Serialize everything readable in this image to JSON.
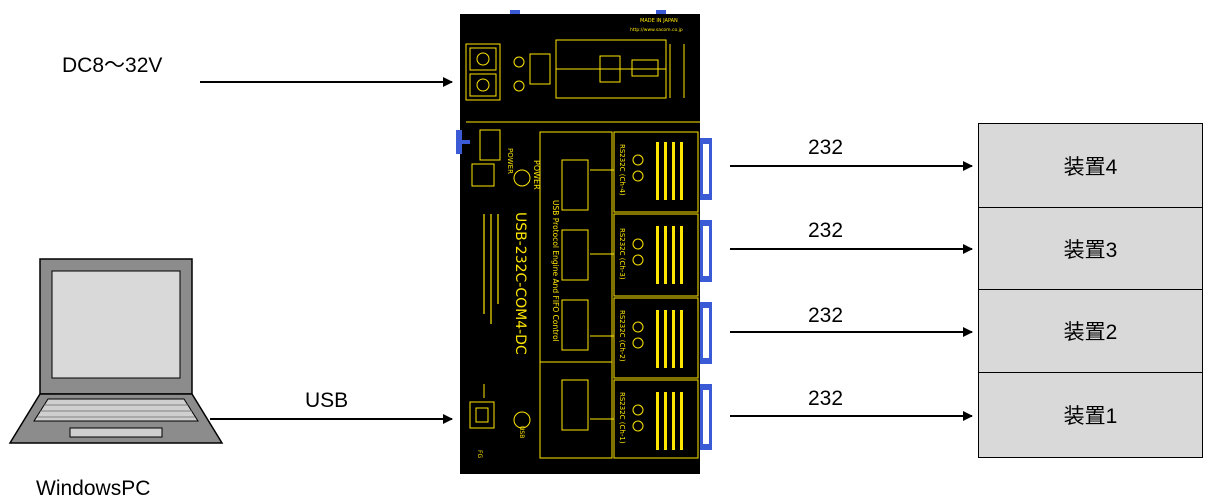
{
  "power_label": "DC8～32V",
  "usb_label": "USB",
  "pc_label": "WindowsPC",
  "port_label": "232",
  "devices": [
    "装置4",
    "装置3",
    "装置2",
    "装置1"
  ],
  "board": {
    "made_in": "MADE IN JAPAN",
    "url": "http://www.sacom.co.jp",
    "model": "USB-232C-COM4-DC",
    "engine": "USB Protocol Engine And FIFO Control",
    "power": "POWER",
    "usb": "USB",
    "fg": "FG",
    "channels": [
      "RS232C (Ch-4)",
      "RS232C (Ch-3)",
      "RS232C (Ch-2)",
      "RS232C (Ch-1)"
    ]
  }
}
